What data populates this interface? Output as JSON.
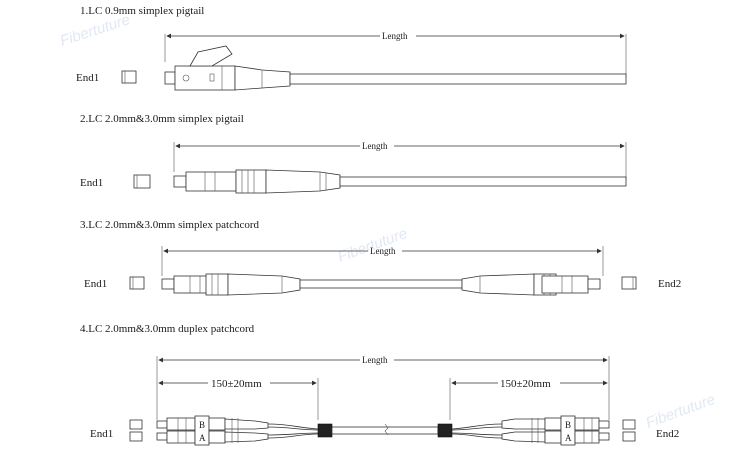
{
  "watermark": "Fibertuture",
  "sections": [
    {
      "title": "1.LC 0.9mm simplex pigtail",
      "end1": "End1",
      "length": "Length"
    },
    {
      "title": "2.LC 2.0mm&3.0mm simplex pigtail",
      "end1": "End1",
      "length": "Length"
    },
    {
      "title": "3.LC 2.0mm&3.0mm simplex patchcord",
      "end1": "End1",
      "end2": "End2",
      "length": "Length"
    },
    {
      "title": "4.LC 2.0mm&3.0mm duplex patchcord",
      "end1": "End1",
      "end2": "End2",
      "length": "Length",
      "breakout_left": "150±20mm",
      "breakout_right": "150±20mm",
      "label_b": "B",
      "label_a": "A"
    }
  ],
  "colors": {
    "line": "#333333",
    "boot": "#222222",
    "watermark": "#c9d6ea"
  }
}
